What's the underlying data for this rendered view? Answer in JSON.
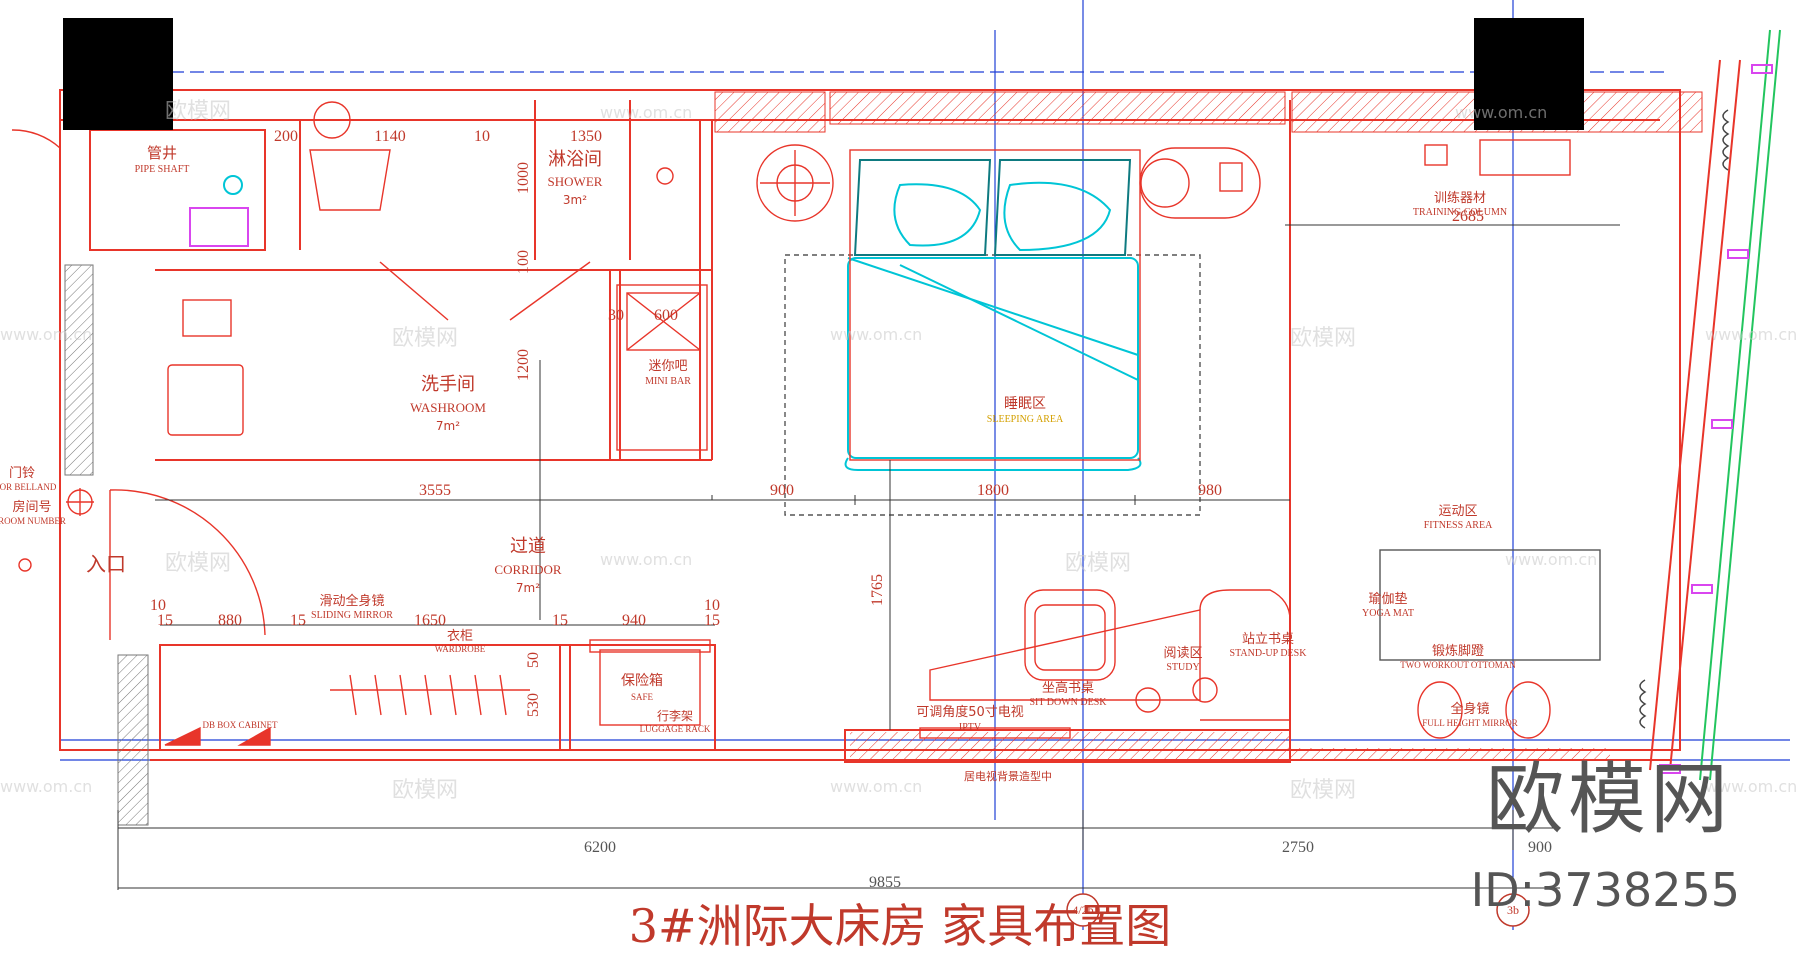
{
  "drawing": {
    "title": "3#洲际大床房 家具布置图",
    "watermark_logo": "欧模网",
    "watermark_id": "ID:3738255",
    "watermark_tile_cn": "欧模网",
    "watermark_tile_url": "www.om.cn",
    "colors": {
      "wall": "#e8352a",
      "furniture": "#00c5d6",
      "grid": "#1f3fd6",
      "dim": "#222222",
      "green": "#22c55e",
      "magenta": "#d946ef"
    }
  },
  "rooms": {
    "pipe_shaft": {
      "cn": "管井",
      "en": "PIPE SHAFT"
    },
    "shower": {
      "cn": "淋浴间",
      "en": "SHOWER",
      "area": "3m²"
    },
    "washroom": {
      "cn": "洗手间",
      "en": "WASHROOM",
      "area": "7m²"
    },
    "mini_bar": {
      "cn": "迷你吧",
      "en": "MINI BAR"
    },
    "sleeping": {
      "cn": "睡眠区",
      "en": "SLEEPING AREA"
    },
    "training": {
      "cn": "训练器材",
      "en": "TRAINING COLUMN"
    },
    "fitness": {
      "cn": "运动区",
      "en": "FITNESS AREA"
    },
    "corridor": {
      "cn": "过道",
      "en": "CORRIDOR",
      "area": "7m²"
    },
    "entrance": {
      "cn": "入口"
    },
    "doorbell": {
      "cn": "门铃",
      "en": "OR BELLAND"
    },
    "room_no": {
      "cn": "房间号",
      "en": "ROOM NUMBER"
    },
    "sliding_mirror": {
      "cn": "滑动全身镜",
      "en": "SLIDING MIRROR"
    },
    "wardrobe": {
      "cn": "衣柜",
      "en": "WARDROBE"
    },
    "safe": {
      "cn": "保险箱",
      "en": "SAFE"
    },
    "luggage": {
      "cn": "行李架",
      "en": "LUGGAGE RACK"
    },
    "db_box": {
      "en": "DB BOX CABINET"
    },
    "tv": {
      "cn": "可调角度50寸电视",
      "en": "IPTV"
    },
    "sit_desk": {
      "cn": "坐高书桌",
      "en": "SIT DOWN DESK"
    },
    "study": {
      "cn": "阅读区",
      "en": "STUDY"
    },
    "standup_desk": {
      "cn": "站立书桌",
      "en": "STAND-UP DESK"
    },
    "yoga": {
      "cn": "瑜伽垫",
      "en": "YOGA MAT"
    },
    "ottoman": {
      "cn": "锻炼脚蹬",
      "en": "TWO WORKOUT OTTOMAN"
    },
    "mirror": {
      "cn": "全身镜",
      "en": "FULL HEIGHT MIRROR"
    },
    "tv_note": {
      "cn": "居电视背景造型中"
    }
  },
  "dimensions": {
    "d200": "200",
    "d1140": "1140",
    "d10a": "10",
    "d1350": "1350",
    "d1000": "1000",
    "d100": "100",
    "d1200": "1200",
    "d30": "30",
    "d600": "600",
    "d3555": "3555",
    "d900a": "900",
    "d1800": "1800",
    "d980": "980",
    "d2685": "2685",
    "d1765": "1765",
    "d10b": "10",
    "d15a": "15",
    "d880": "880",
    "d15b": "15",
    "d1650": "1650",
    "d15c": "15",
    "d940": "940",
    "d10c": "10",
    "d15d": "15",
    "d50": "50",
    "d530": "530",
    "d6200": "6200",
    "d2750": "2750",
    "d900b": "900",
    "d9855": "9855"
  },
  "axes": {
    "a1": "4/2b",
    "a2": "3b"
  }
}
